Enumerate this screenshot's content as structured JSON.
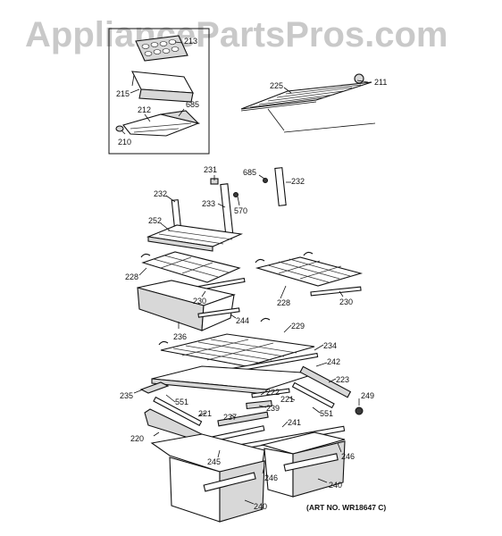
{
  "watermark": "AppliancePartsPros.com",
  "art_number": "(ART NO. WR18647 C)",
  "callouts": {
    "c211": "211",
    "c225": "225",
    "c213": "213",
    "c215": "215",
    "c212": "212",
    "c685a": "685",
    "c210": "210",
    "c231": "231",
    "c685b": "685",
    "c232a": "232",
    "c232b": "232",
    "c233": "233",
    "c570": "570",
    "c252": "252",
    "c228a": "228",
    "c228b": "228",
    "c230a": "230",
    "c230b": "230",
    "c244": "244",
    "c236": "236",
    "c229": "229",
    "c234": "234",
    "c242": "242",
    "c223": "223",
    "c235": "235",
    "c222": "222",
    "c249": "249",
    "c221a": "221",
    "c221b": "221",
    "c239": "239",
    "c551a": "551",
    "c551b": "551",
    "c237": "237",
    "c241": "241",
    "c220": "220",
    "c246a": "246",
    "c246b": "246",
    "c245": "245",
    "c240a": "240",
    "c240b": "240"
  }
}
